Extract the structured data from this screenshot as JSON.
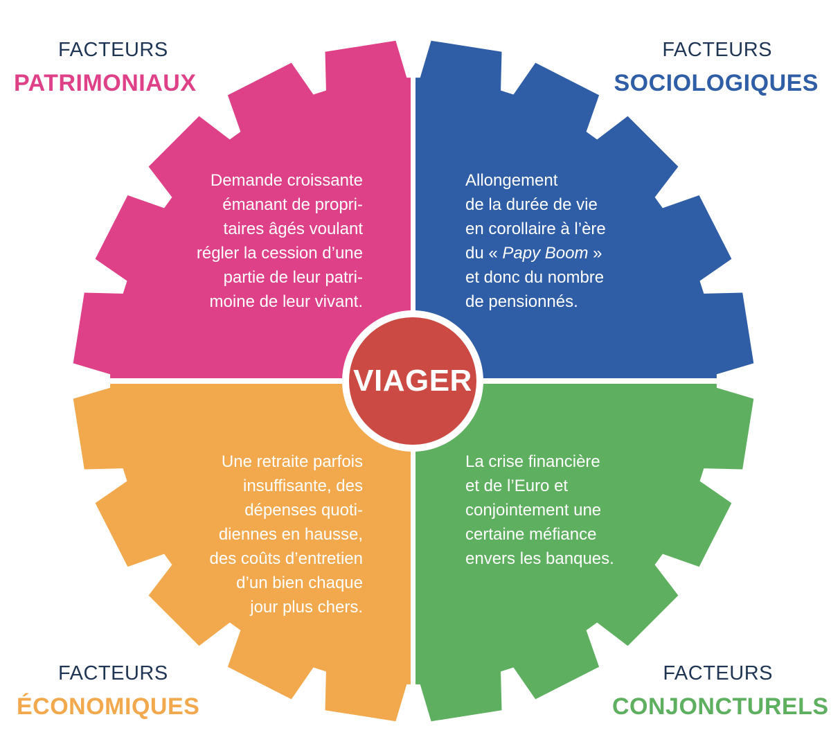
{
  "colors": {
    "patrimoniaux": "#df4189",
    "sociologiques": "#2f5ea6",
    "economiques": "#f2a94e",
    "conjoncturels": "#5faf60",
    "center": "#cb4a43",
    "heading_dark": "#1f3554"
  },
  "center": {
    "label": "VIAGER"
  },
  "quadrants": {
    "patrimoniaux": {
      "heading_top": "FACTEURS",
      "heading_main": "PATRIMONIAUX",
      "text": "Demande croissante\némanant de propri-\ntaires âgés voulant\nrégler la cession d’une\npartie de leur patri-\nmoine de leur vivant."
    },
    "sociologiques": {
      "heading_top": "FACTEURS",
      "heading_main": "SOCIOLOGIQUES",
      "line1": "Allongement",
      "line2": "de la durée de vie",
      "line3": "en corollaire à l’ère",
      "line4_before": "du «",
      "line4_em": "Papy Boom",
      "line4_after": "»",
      "line5": "et donc du nombre",
      "line6": "de pensionnés."
    },
    "economiques": {
      "heading_top": "FACTEURS",
      "heading_main": "ÉCONOMIQUES",
      "text": "Une retraite parfois\ninsuffisante, des\ndépenses quoti-\ndiennes en hausse,\ndes coûts d’entretien\nd’un bien chaque\njour plus chers."
    },
    "conjoncturels": {
      "heading_top": "FACTEURS",
      "heading_main": "CONJONCTURELS",
      "text": "La crise financière\net de l’Euro et\nconjointement une\ncertaine méfiance\nenvers les banques."
    }
  }
}
